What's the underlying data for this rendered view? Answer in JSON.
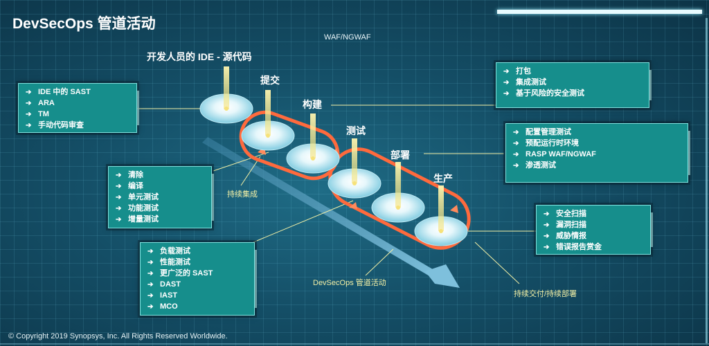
{
  "title": "DevSecOps 管道活动",
  "footer": "© Copyright 2019 Synopsys, Inc. All Rights Reserved Worldwide.",
  "waf_label": "WAF/NGWAF",
  "stages": {
    "ide": "开发人员的 IDE - 源代码",
    "commit": "提交",
    "build": "构建",
    "test": "测试",
    "deploy": "部署",
    "production": "生产"
  },
  "annotations": {
    "continuous_integration": "持续集成",
    "pipeline": "DevSecOps 管道活动",
    "continuous_delivery": "持续交付/持续部署"
  },
  "panels": {
    "ide": [
      "IDE 中的 SAST",
      "ARA",
      "TM",
      "手动代码审查"
    ],
    "build": [
      "打包",
      "集成测试",
      "基于风险的安全测试"
    ],
    "deploy": [
      "配置管理测试",
      "预配运行时环境",
      "RASP WAF/NGWAF",
      "渗透测试"
    ],
    "commit": [
      "清除",
      "编译",
      "单元测试",
      "功能测试",
      "增量测试"
    ],
    "test": [
      "负载测试",
      "性能测试",
      "更广泛的 SAST",
      "DAST",
      "IAST",
      "MCO"
    ],
    "production": [
      "安全扫描",
      "漏洞扫描",
      "威胁情报",
      "错误报告赏金"
    ]
  },
  "arrow_glyph": "➔",
  "colors": {
    "panel": "#168e8c",
    "loop": "#ff6a3d",
    "connector": "#f4f1a6",
    "pipeline_arrow": "#5aa3c4"
  }
}
